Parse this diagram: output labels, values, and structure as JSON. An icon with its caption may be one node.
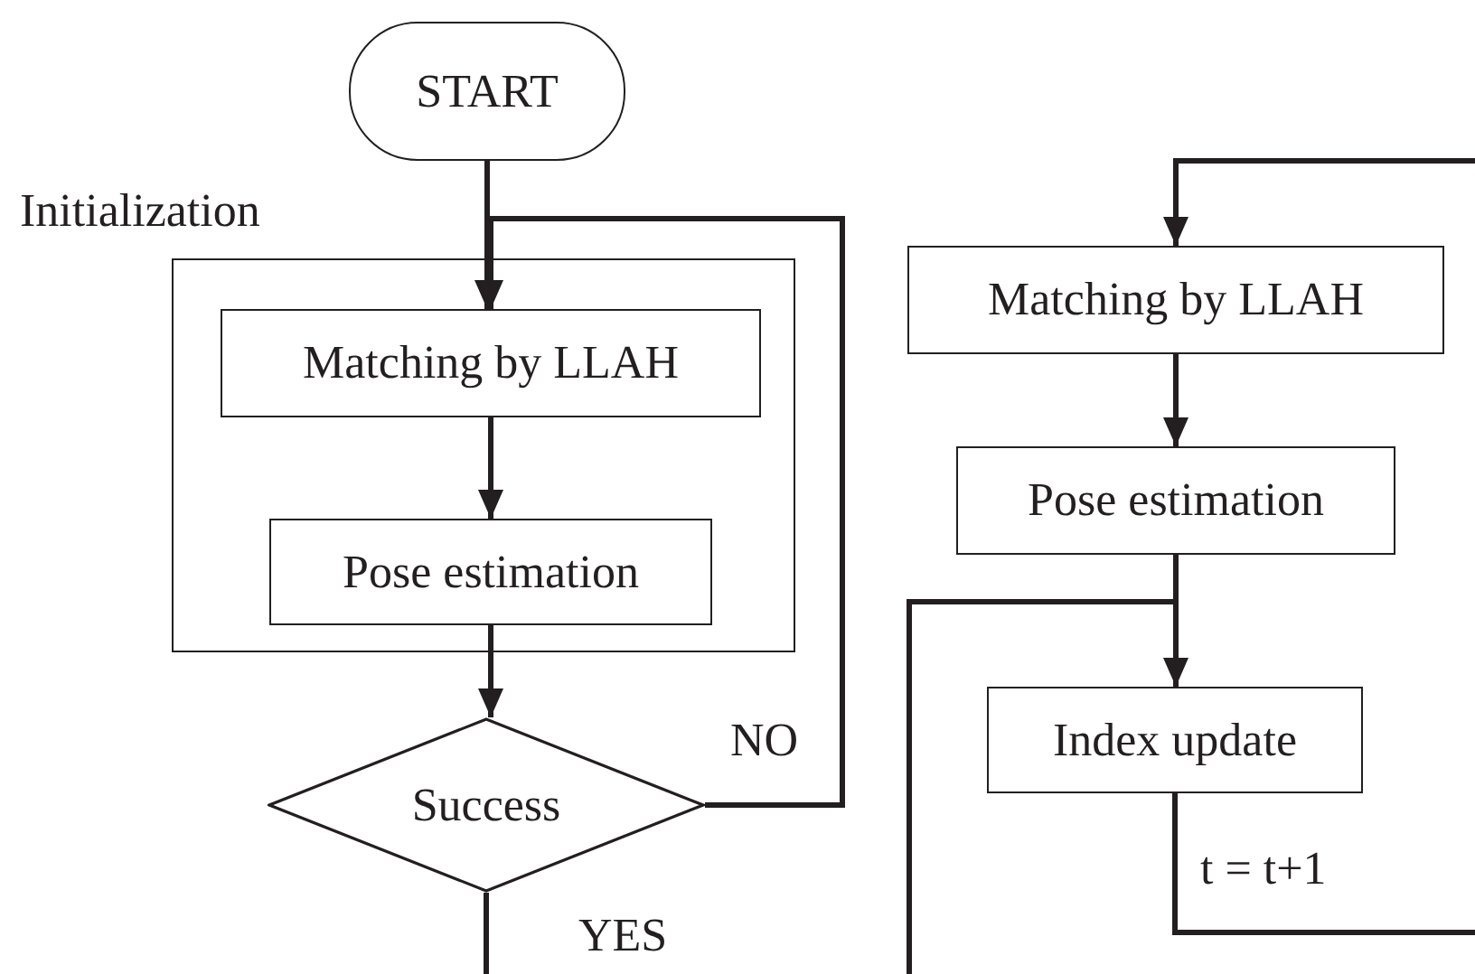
{
  "diagram": {
    "nodes": [
      {
        "text": [
          "START"
        ]
      },
      {
        "text": [
          "Initialization"
        ]
      },
      {
        "text": [
          "Matching by LLAH"
        ],
        "in": 1
      },
      {
        "text": [
          "Pose estimation"
        ],
        "in": 1
      },
      {
        "text": [
          "Success"
        ]
      },
      {
        "text": [
          "Matching by LLAH"
        ]
      },
      {
        "text": [
          "Pose estimation"
        ]
      },
      {
        "text": [
          "Index update"
        ]
      }
    ],
    "edges": [
      {
        "from": 0,
        "to": 2,
        "arrow": "to"
      },
      {
        "from": 2,
        "to": 3,
        "arrow": "to"
      },
      {
        "from": 3,
        "to": 4,
        "arrow": "to"
      },
      {
        "from": 4,
        "to": 2,
        "label": "NO",
        "arrow": "to"
      },
      {
        "from": 4,
        "to": null,
        "label": "YES",
        "arrow": "none"
      },
      {
        "from": null,
        "to": 5,
        "arrow": "to"
      },
      {
        "from": 5,
        "to": 6,
        "arrow": "to"
      },
      {
        "from": 6,
        "to": 7,
        "arrow": "to"
      },
      {
        "from": 7,
        "to": null,
        "label": "t = t+1",
        "arrow": "none"
      },
      {
        "from": 6,
        "to": null,
        "arrow": "none"
      }
    ]
  }
}
